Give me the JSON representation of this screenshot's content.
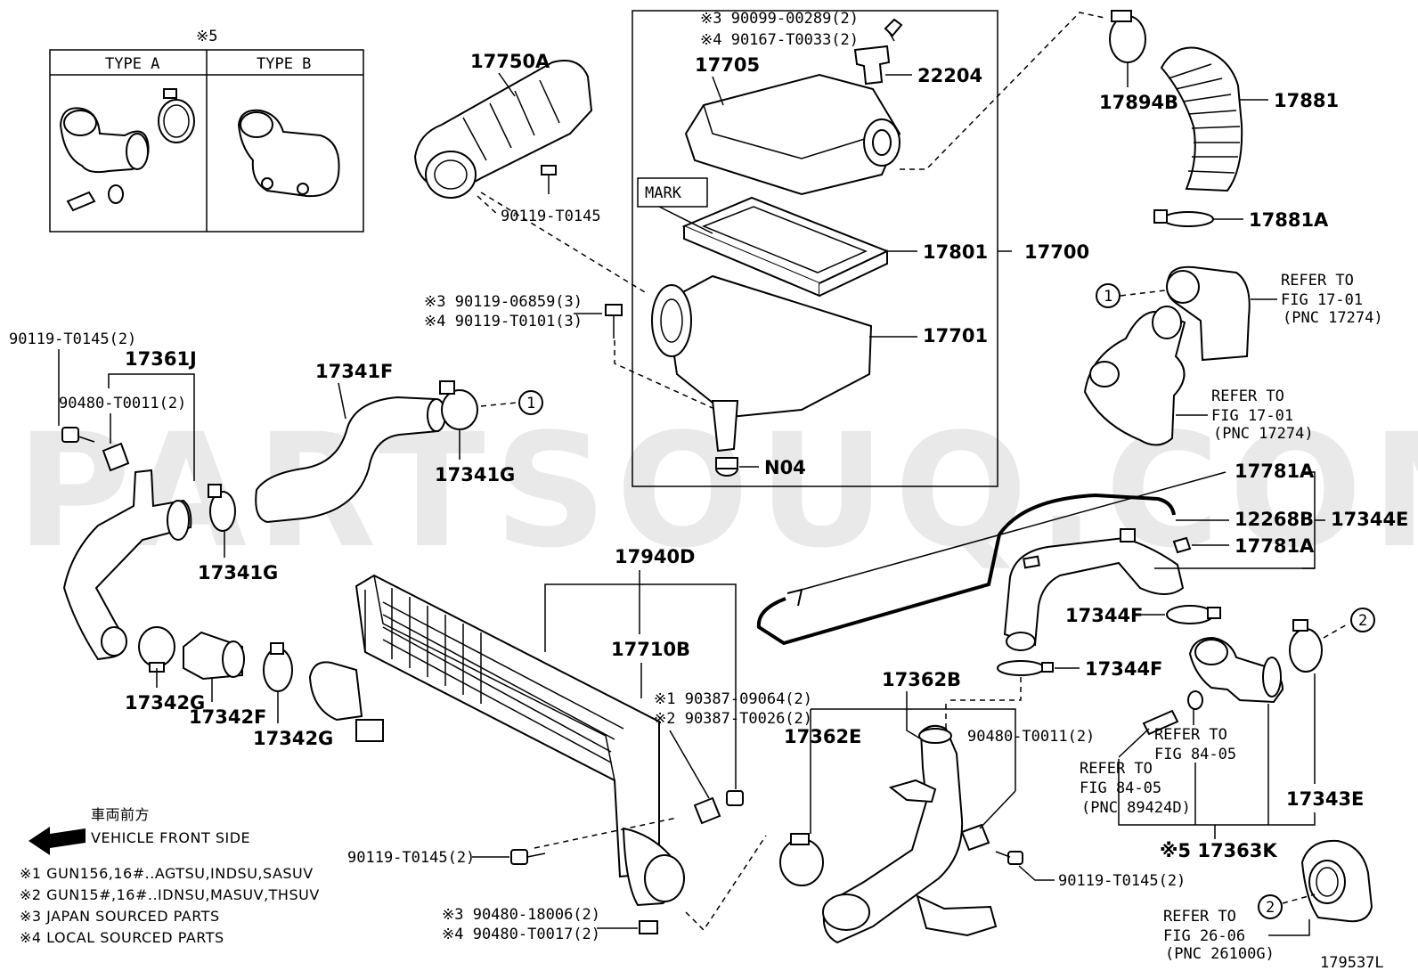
{
  "watermark": "PARTSOUQ.COM",
  "inset": {
    "note": "※5",
    "type_a": "TYPE A",
    "type_b": "TYPE B"
  },
  "labels": {
    "p17750A": "17750A",
    "p90119_T0145_top": "90119-T0145",
    "p17705": "17705",
    "p22204": "22204",
    "p90099": "※3 90099-00289(2)",
    "p90167": "※4 90167-T0033(2)",
    "mark": "MARK",
    "p17801": "17801",
    "p17700": "17700",
    "p17701": "17701",
    "p90119_06859": "※3 90119-06859(3)",
    "p90119_T0101": "※4 90119-T0101(3)",
    "pN04": "N04",
    "p17894B": "17894B",
    "p17881": "17881",
    "p17881A": "17881A",
    "refer_1": "REFER TO",
    "refer_1_fig": "FIG 17-01",
    "refer_1_pnc": "(PNC 17274)",
    "refer_2": "REFER TO",
    "refer_2_fig": "FIG 17-01",
    "refer_2_pnc": "(PNC 17274)",
    "p90119_T0145_2_left": "90119-T0145(2)",
    "p17361J": "17361J",
    "p90480_T0011_left": "90480-T0011(2)",
    "p17341F": "17341F",
    "p17341G_a": "17341G",
    "p17341G_b": "17341G",
    "p17940D": "17940D",
    "p17710B": "17710B",
    "p90387_09064": "※1 90387-09064(2)",
    "p90387_T0026": "※2 90387-T0026(2)",
    "p17342G_a": "17342G",
    "p17342F": "17342F",
    "p17342G_b": "17342G",
    "p17781A_a": "17781A",
    "p12268B": "12268B",
    "p17344E": "17344E",
    "p17781A_b": "17781A",
    "p17344F_a": "17344F",
    "p17344F_b": "17344F",
    "p17362B": "17362B",
    "p17362E": "17362E",
    "p90480_T0011_right": "90480-T0011(2)",
    "refer_3": "REFER TO",
    "refer_3_fig": "FIG 84-05",
    "refer_4": "REFER TO",
    "refer_4_fig": "FIG 84-05",
    "refer_4_pnc": "(PNC 89424D)",
    "p17343E": "17343E",
    "p17363K": "※5 17363K",
    "p90119_T0145_bottom_left": "90119-T0145(2)",
    "p90119_T0145_bottom_right": "90119-T0145(2)",
    "p90480_18006": "※3 90480-18006(2)",
    "p90480_T0017": "※4 90480-T0017(2)",
    "refer_5": "REFER TO",
    "refer_5_fig": "FIG 26-06",
    "refer_5_pnc": "(PNC 26100G)",
    "callout_1": "1",
    "callout_2": "2",
    "drawing_no": "179537L"
  },
  "legend": {
    "front_jp": "車両前方",
    "front_en": "VEHICLE FRONT SIDE",
    "notes": [
      "※1 GUN156,16#..AGTSU,INDSU,SASUV",
      "※2 GUN15#,16#..IDNSU,MASUV,THSUV",
      "※3 JAPAN SOURCED PARTS",
      "※4 LOCAL SOURCED PARTS"
    ]
  }
}
